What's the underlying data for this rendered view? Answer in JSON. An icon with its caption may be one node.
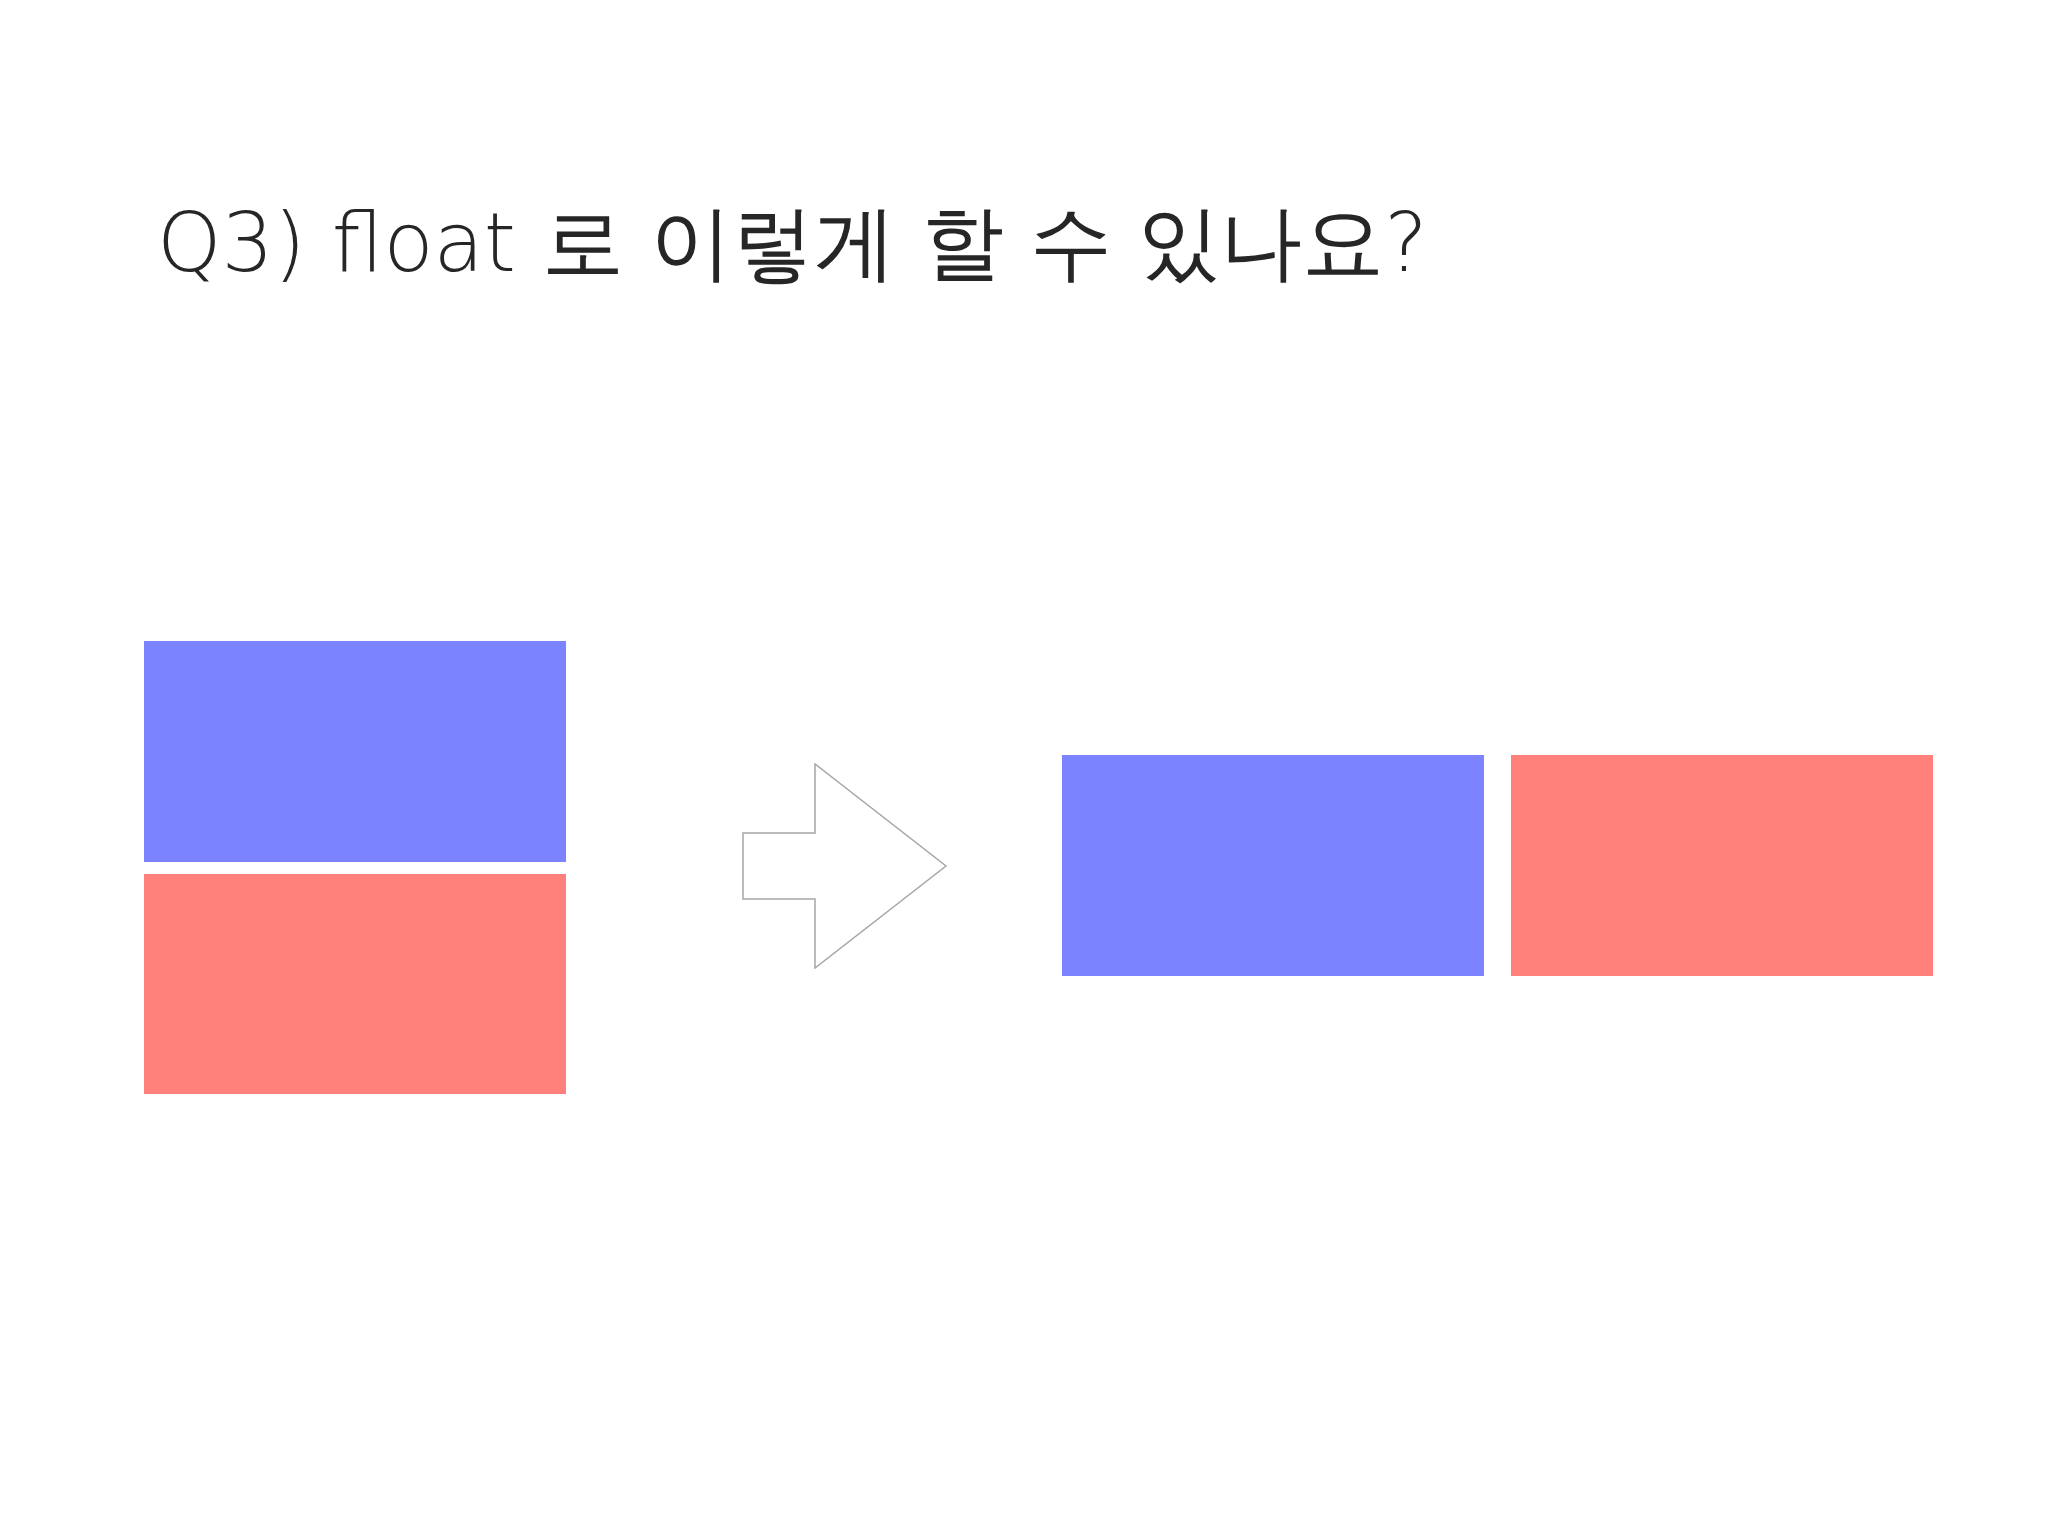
{
  "diagram": {
    "title": "Q3) float 로 이렇게 할 수 있나요?",
    "nodes": [
      {
        "text": [],
        "shape": "box"
      },
      {
        "text": [],
        "shape": "box"
      },
      {
        "text": [],
        "shape": "box"
      },
      {
        "text": [],
        "shape": "box"
      }
    ]
  }
}
